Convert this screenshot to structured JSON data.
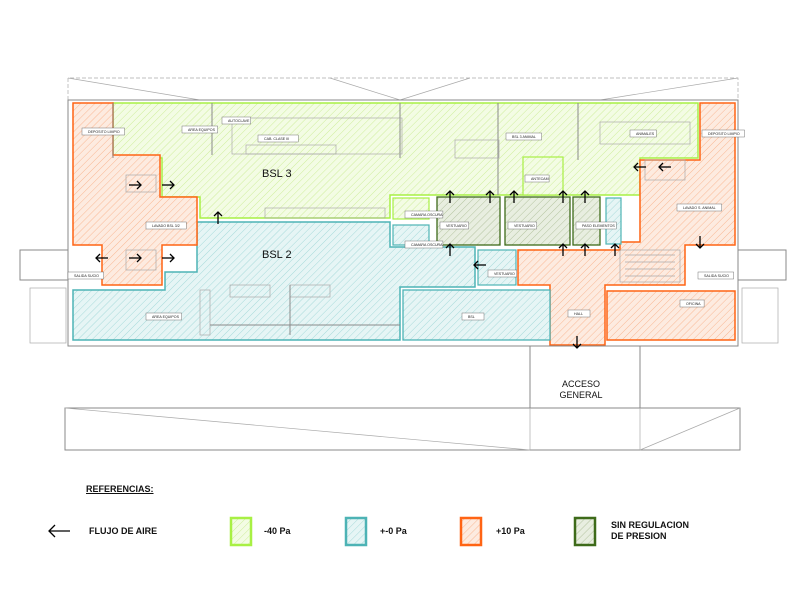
{
  "plan": {
    "zones": {
      "bsl3": "BSL 3",
      "bsl2": "BSL 2"
    },
    "access_label": [
      "ACCESO",
      "GENERAL"
    ],
    "rooms": [
      {
        "name": "DEPOSITO LIMPIO",
        "zone": "orange-left"
      },
      {
        "name": "AREA EQUIPOS",
        "zone": "green"
      },
      {
        "name": "AUTOCLAVE",
        "zone": "green"
      },
      {
        "name": "CAB. CLASE III",
        "zone": "green"
      },
      {
        "name": "LAVADO BSL 3/2",
        "zone": "orange-left"
      },
      {
        "name": "SALIDA SUCIO",
        "zone": "none"
      },
      {
        "name": "AREA EQUIPOS",
        "zone": "cyan"
      },
      {
        "name": "BSL 3 ANIMAL",
        "zone": "green"
      },
      {
        "name": "ANIMALES",
        "zone": "green"
      },
      {
        "name": "ANTECAM",
        "zone": "green"
      },
      {
        "name": "DEPOSITO LIMPIO",
        "zone": "orange-right"
      },
      {
        "name": "LAVADO S. ANIMAL",
        "zone": "orange-right"
      },
      {
        "name": "CAMARA OSCURA",
        "zone": "green"
      },
      {
        "name": "CAMARA OSCURA",
        "zone": "cyan"
      },
      {
        "name": "VESTUARIO",
        "zone": "darkgreen"
      },
      {
        "name": "VESTUARIO",
        "zone": "darkgreen"
      },
      {
        "name": "PASO ELEMENTOS",
        "zone": "darkgreen"
      },
      {
        "name": "VESTUARIO",
        "zone": "cyan"
      },
      {
        "name": "BSL",
        "zone": "cyan"
      },
      {
        "name": "HALL",
        "zone": "orange-right"
      },
      {
        "name": "OFICINA",
        "zone": "orange-right"
      },
      {
        "name": "SALIDA SUCIO",
        "zone": "none"
      }
    ]
  },
  "legend": {
    "title": "REFERENCIAS:",
    "items": [
      {
        "label": "FLUJO DE AIRE",
        "icon": "arrow-left-icon"
      },
      {
        "label": "-40 Pa",
        "stroke": "#a8f044",
        "fill": "#eefad8"
      },
      {
        "label": "+-0 Pa",
        "stroke": "#4db3b5",
        "fill": "#dcf1f1"
      },
      {
        "label": "+10 Pa",
        "stroke": "#ff6414",
        "fill": "#fde0cf"
      },
      {
        "label": "SIN REGULACION",
        "label2": "DE PRESION",
        "stroke": "#3e6b1a",
        "fill": "#e2ead8"
      }
    ]
  },
  "colors": {
    "green": "#a8f044",
    "cyan": "#4db3b5",
    "orange": "#ff6414",
    "darkgreen": "#3e6b1a"
  }
}
